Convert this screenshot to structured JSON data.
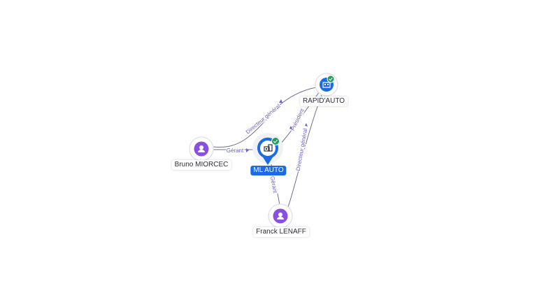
{
  "nodes": {
    "rapid_auto": {
      "label": "RAPID'AUTO",
      "kind": "company",
      "verified": true
    },
    "ml_auto": {
      "label": "ML AUTO",
      "kind": "company-main",
      "verified": true
    },
    "bruno": {
      "label": "Bruno MIORCEC",
      "kind": "person"
    },
    "franck": {
      "label": "Franck LENAFF",
      "kind": "person"
    }
  },
  "edges": {
    "bruno_rapid": {
      "label": "Directeur général"
    },
    "bruno_ml": {
      "label": "Gérant"
    },
    "ml_rapid": {
      "label": "Président"
    },
    "franck_ml": {
      "label": "Gérant"
    },
    "franck_rapid": {
      "label": "Directeur général"
    }
  },
  "colors": {
    "person": "#8a4fe0",
    "company": "#1d6ae5",
    "verified": "#1f9e5a",
    "edge": "#6f6e8e",
    "edge_label": "#6a62c8"
  },
  "icons": {
    "person": "person-icon",
    "company": "building-icon",
    "verified": "check-badge-icon"
  }
}
